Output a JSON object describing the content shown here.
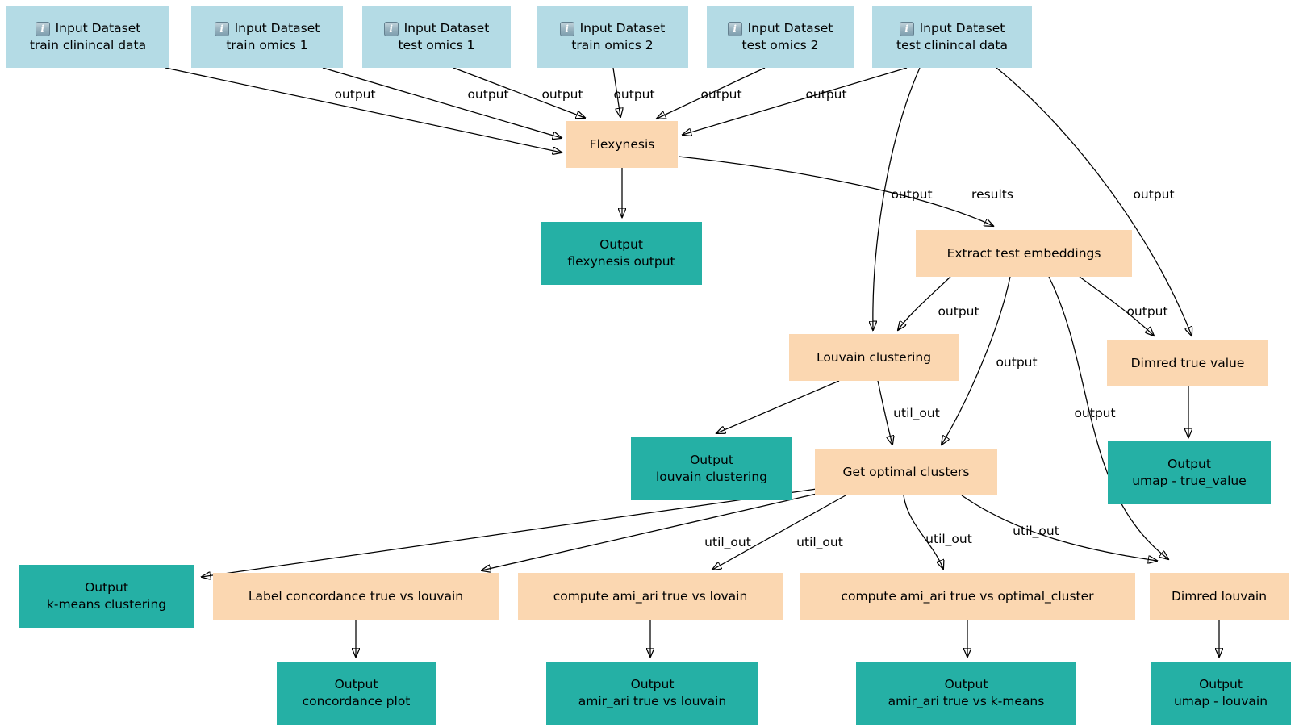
{
  "workflow": {
    "icons": {
      "input_info": "info-icon",
      "info_glyph": "i"
    },
    "colors": {
      "input_fill": "#b4dbe5",
      "tool_fill": "#fbd7b1",
      "output_fill": "#25b0a5",
      "edge": "#000000",
      "text": "#000000"
    },
    "inputs": [
      {
        "title": "Input Dataset",
        "name": "train clinincal data"
      },
      {
        "title": "Input Dataset",
        "name": "train omics 1"
      },
      {
        "title": "Input Dataset",
        "name": "test omics 1"
      },
      {
        "title": "Input Dataset",
        "name": "train omics 2"
      },
      {
        "title": "Input Dataset",
        "name": "test omics 2"
      },
      {
        "title": "Input Dataset",
        "name": "test clinincal data"
      }
    ],
    "tools": [
      {
        "label": "Flexynesis"
      },
      {
        "label": "Extract test embeddings"
      },
      {
        "label": "Louvain clustering"
      },
      {
        "label": "Dimred true value"
      },
      {
        "label": "Get optimal clusters"
      },
      {
        "label": "Label concordance true vs louvain"
      },
      {
        "label": "compute ami_ari true vs lovain"
      },
      {
        "label": "compute ami_ari true vs optimal_cluster"
      },
      {
        "label": "Dimred louvain"
      }
    ],
    "outputs": [
      {
        "title": "Output",
        "name": "flexynesis output"
      },
      {
        "title": "Output",
        "name": "louvain clustering"
      },
      {
        "title": "Output",
        "name": "umap - true_value"
      },
      {
        "title": "Output",
        "name": "k-means clustering"
      },
      {
        "title": "Output",
        "name": "concordance plot"
      },
      {
        "title": "Output",
        "name": "amir_ari true vs louvain"
      },
      {
        "title": "Output",
        "name": "amir_ari true vs k-means"
      },
      {
        "title": "Output",
        "name": "umap - louvain"
      }
    ],
    "edges": [
      {
        "from": "train clinincal data",
        "to": "Flexynesis",
        "label": "output"
      },
      {
        "from": "train omics 1",
        "to": "Flexynesis",
        "label": "output"
      },
      {
        "from": "test omics 1",
        "to": "Flexynesis",
        "label": "output"
      },
      {
        "from": "train omics 2",
        "to": "Flexynesis",
        "label": "output"
      },
      {
        "from": "test omics 2",
        "to": "Flexynesis",
        "label": "output"
      },
      {
        "from": "test clinincal data",
        "to": "Flexynesis",
        "label": "output"
      },
      {
        "from": "Flexynesis",
        "to": "Output flexynesis output",
        "label": ""
      },
      {
        "from": "Flexynesis",
        "to": "Extract test embeddings",
        "label": "results"
      },
      {
        "from": "test clinincal data",
        "to": "Louvain clustering",
        "label": "output"
      },
      {
        "from": "test clinincal data",
        "to": "Dimred true value",
        "label": "output"
      },
      {
        "from": "Extract test embeddings",
        "to": "Louvain clustering",
        "label": "output"
      },
      {
        "from": "Extract test embeddings",
        "to": "Dimred true value",
        "label": "output"
      },
      {
        "from": "Extract test embeddings",
        "to": "Get optimal clusters",
        "label": "output"
      },
      {
        "from": "Extract test embeddings",
        "to": "Dimred louvain",
        "label": "output"
      },
      {
        "from": "Louvain clustering",
        "to": "Output louvain clustering",
        "label": ""
      },
      {
        "from": "Louvain clustering",
        "to": "Get optimal clusters",
        "label": "util_out"
      },
      {
        "from": "Dimred true value",
        "to": "Output umap - true_value",
        "label": ""
      },
      {
        "from": "Get optimal clusters",
        "to": "Output k-means clustering",
        "label": ""
      },
      {
        "from": "Get optimal clusters",
        "to": "Label concordance true vs louvain",
        "label": "util_out"
      },
      {
        "from": "Get optimal clusters",
        "to": "compute ami_ari true vs lovain",
        "label": "util_out"
      },
      {
        "from": "Get optimal clusters",
        "to": "compute ami_ari true vs optimal_cluster",
        "label": "util_out"
      },
      {
        "from": "Get optimal clusters",
        "to": "Dimred louvain",
        "label": "util_out"
      },
      {
        "from": "Label concordance true vs louvain",
        "to": "Output concordance plot",
        "label": ""
      },
      {
        "from": "compute ami_ari true vs lovain",
        "to": "Output amir_ari true vs louvain",
        "label": ""
      },
      {
        "from": "compute ami_ari true vs optimal_cluster",
        "to": "Output amir_ari true vs k-means",
        "label": ""
      },
      {
        "from": "Dimred louvain",
        "to": "Output umap - louvain",
        "label": ""
      }
    ]
  }
}
